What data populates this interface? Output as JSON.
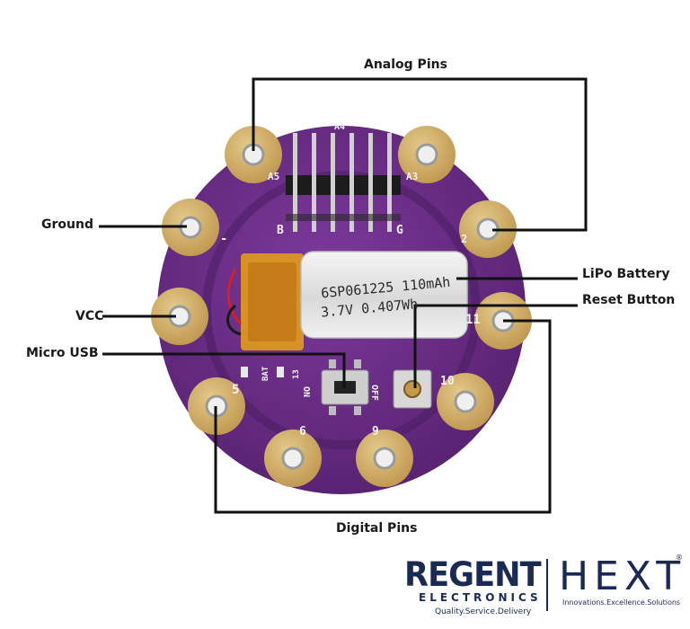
{
  "callouts": {
    "analog_pins": "Analog Pins",
    "ground": "Ground",
    "lipo_battery": "LiPo Battery",
    "reset_button": "Reset Button",
    "vcc": "VCC",
    "micro_usb": "Micro USB",
    "digital_pins": "Digital Pins"
  },
  "board_silkscreen": {
    "pin_a5": "A5",
    "pin_a4": "A4",
    "pin_a3": "A3",
    "pin_2": "2",
    "pin_minus": "-",
    "pin_11": "11",
    "pin_10": "10",
    "pin_5": "5",
    "pin_6": "6",
    "pin_9": "9",
    "hdr_b": "B",
    "hdr_g": "G",
    "bat": "BAT",
    "d13": "13",
    "on": "ON",
    "off": "OFF"
  },
  "battery_label": {
    "line1": "6SP061225 110mAh",
    "line2": "3.7V 0.407Wh"
  },
  "logo": {
    "regent": "REGENT",
    "electronics": "ELECTRONICS",
    "regent_tagline": "Quality.Service.Delivery",
    "hext": "HEXT",
    "registered": "®",
    "hext_tagline": "Innovations.Excellence.Solutions"
  },
  "colors": {
    "board_purple": "#6e2f8a",
    "board_dark": "#4b1d63",
    "pad_gold": "#d1b06b",
    "pin_silver": "#d8d8d8",
    "battery_silver": "#e6e6e6",
    "kapton_orange": "#e09a1c",
    "callout_line": "#111111",
    "logo_navy": "#1b2a55"
  }
}
